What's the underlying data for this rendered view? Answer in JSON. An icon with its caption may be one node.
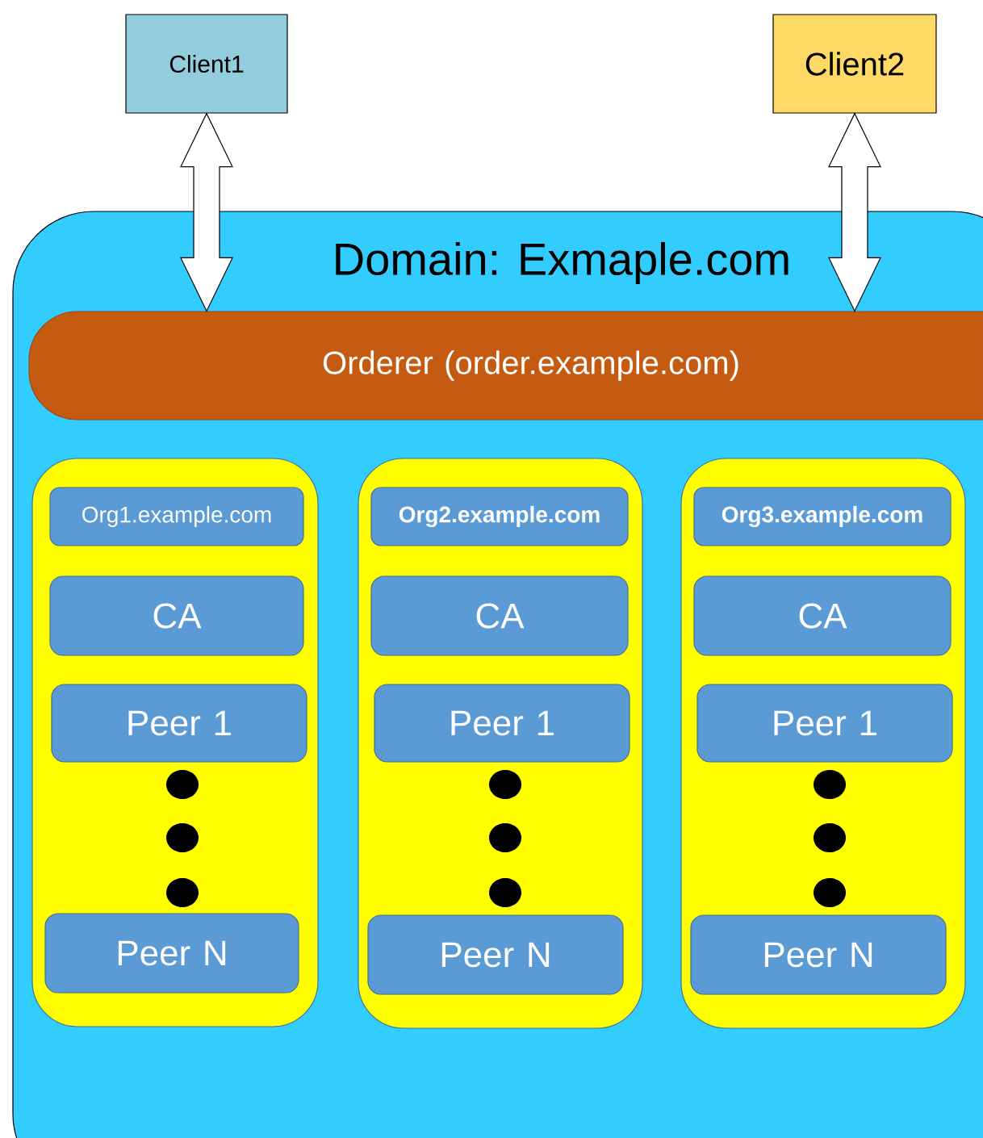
{
  "diagram": {
    "nodes": [
      {
        "text": [
          "Client1"
        ]
      },
      {
        "text": [
          "Client2"
        ]
      },
      {
        "text": [
          "Domain: Exmaple.com"
        ]
      },
      {
        "text": [
          "Orderer  (order.example.com)"
        ],
        "in": 2
      },
      {
        "text": [],
        "shape": "box",
        "in": 2
      },
      {
        "text": [
          "Org1.example.com"
        ],
        "in": 4
      },
      {
        "text": [
          "CA"
        ],
        "in": 4
      },
      {
        "text": [
          "Peer 1"
        ],
        "in": 4
      },
      {
        "text": [
          "Peer N"
        ],
        "in": 4
      },
      {
        "text": [],
        "shape": "box",
        "in": 2
      },
      {
        "text": [
          "Org2.example.com"
        ],
        "in": 9
      },
      {
        "text": [
          "CA"
        ],
        "in": 9
      },
      {
        "text": [
          "Peer 1"
        ],
        "in": 9
      },
      {
        "text": [
          "Peer N"
        ],
        "in": 9
      },
      {
        "text": [],
        "shape": "box",
        "in": 2
      },
      {
        "text": [
          "Org3.example.com"
        ],
        "in": 14
      },
      {
        "text": [
          "CA"
        ],
        "in": 14
      },
      {
        "text": [
          "Peer 1"
        ],
        "in": 14
      },
      {
        "text": [
          "Peer N"
        ],
        "in": 14
      }
    ],
    "edges": [
      {
        "from": 0,
        "to": 3,
        "arrow": "both"
      },
      {
        "from": 1,
        "to": 3,
        "arrow": "both"
      }
    ]
  }
}
